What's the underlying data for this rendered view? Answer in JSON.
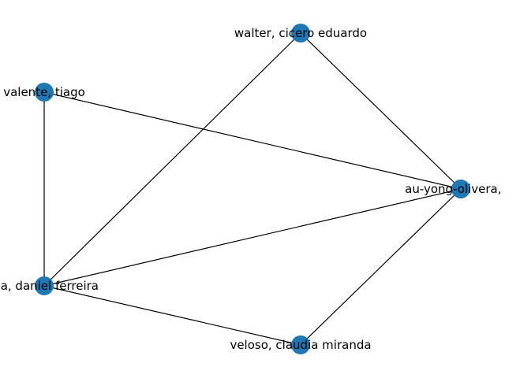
{
  "graph": {
    "node_color": "#1f77b4",
    "edge_color": "#000000",
    "nodes": [
      {
        "id": "walter",
        "label": "walter, cicero eduardo"
      },
      {
        "id": "valente",
        "label": "valente, tiago"
      },
      {
        "id": "au-yong",
        "label": "au-yong-olivera, m"
      },
      {
        "id": "daniel",
        "label": "nia, daniel ferreira"
      },
      {
        "id": "veloso",
        "label": "veloso, claudia miranda"
      }
    ],
    "edges": [
      [
        "walter",
        "daniel"
      ],
      [
        "walter",
        "au-yong"
      ],
      [
        "valente",
        "au-yong"
      ],
      [
        "valente",
        "daniel"
      ],
      [
        "daniel",
        "au-yong"
      ],
      [
        "daniel",
        "veloso"
      ],
      [
        "veloso",
        "au-yong"
      ]
    ]
  }
}
